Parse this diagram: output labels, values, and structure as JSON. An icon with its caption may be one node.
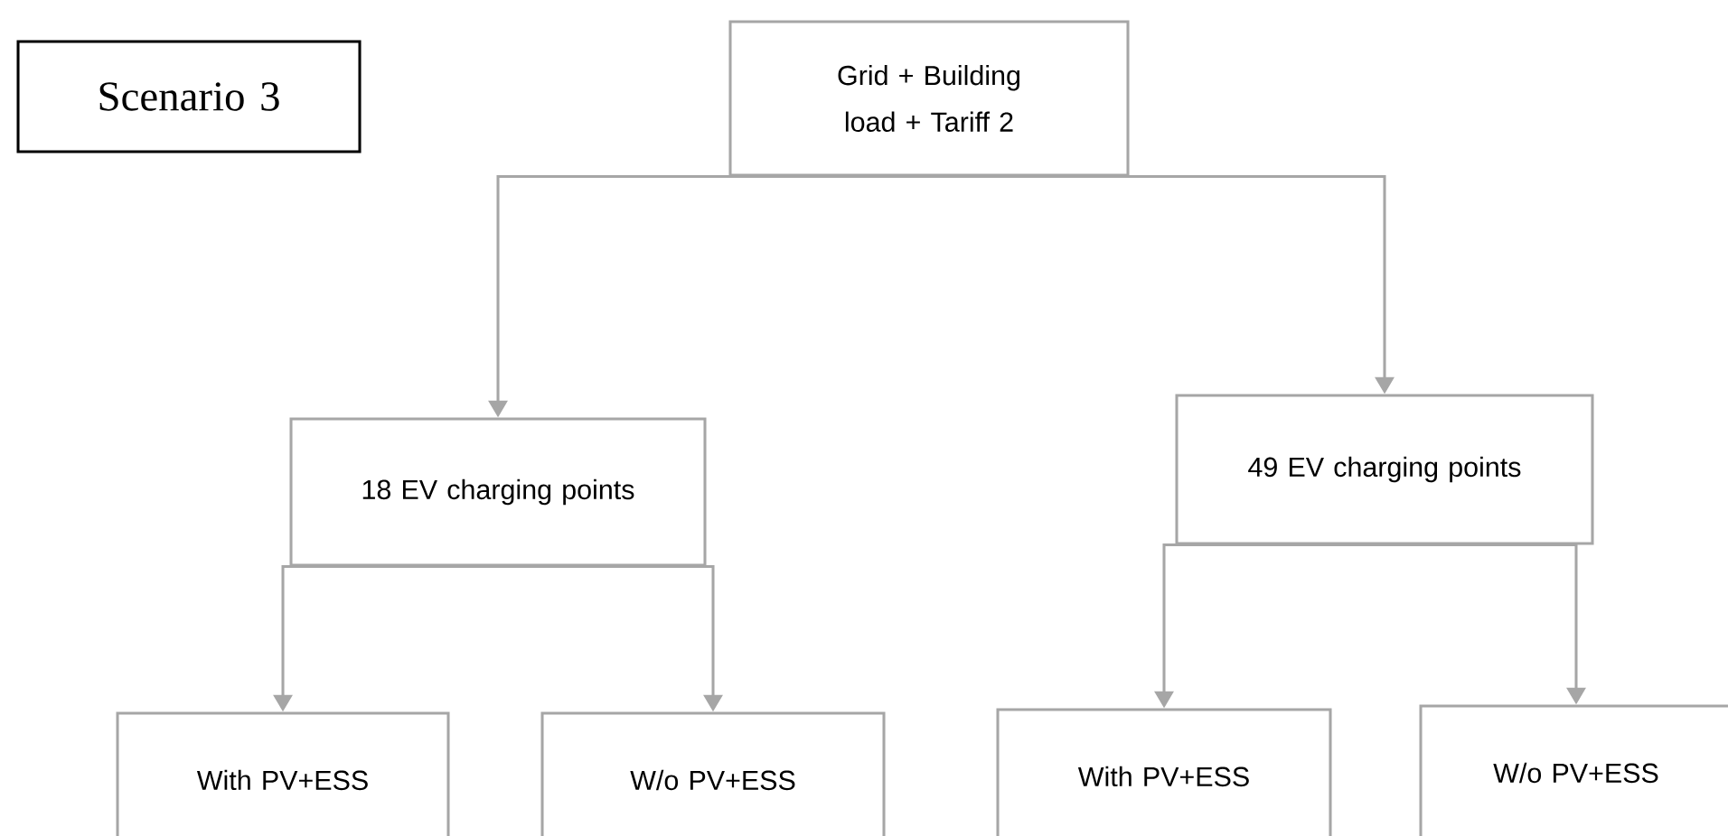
{
  "diagram": {
    "nodes": [
      {
        "text": [
          "Scenario 3"
        ]
      },
      {
        "text": [
          "Grid + Building load + Tariff 2"
        ]
      },
      {
        "text": [
          "18 EV charging points"
        ]
      },
      {
        "text": [
          "49 EV charging points"
        ]
      },
      {
        "text": [
          "With PV+ESS"
        ]
      },
      {
        "text": [
          "W/o PV+ESS"
        ]
      },
      {
        "text": [
          "With PV+ESS"
        ]
      },
      {
        "text": [
          "W/o PV+ESS"
        ]
      }
    ],
    "edges": [
      {
        "from": 1,
        "to": 2,
        "arrow": "to"
      },
      {
        "from": 1,
        "to": 3,
        "arrow": "to"
      },
      {
        "from": 2,
        "to": 4,
        "arrow": "to"
      },
      {
        "from": 2,
        "to": 5,
        "arrow": "to"
      },
      {
        "from": 3,
        "to": 6,
        "arrow": "to"
      },
      {
        "from": 3,
        "to": 7,
        "arrow": "to"
      }
    ]
  }
}
